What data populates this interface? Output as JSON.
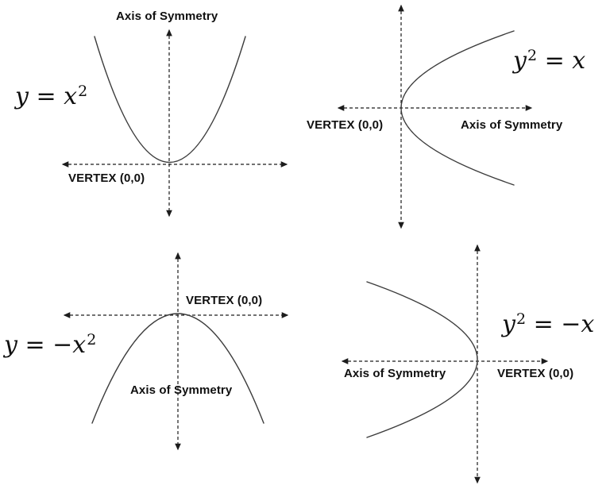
{
  "colors": {
    "axis": "#1c1c1c",
    "curve": "#3c3c3c",
    "text": "#101010",
    "background": "#ffffff"
  },
  "panels": {
    "top_left": {
      "equation": {
        "pre": "y = x",
        "sup": "2",
        "post": ""
      },
      "axis_of_symmetry_label": "Axis of Symmetry",
      "vertex_label": "VERTEX (0,0)",
      "curve": "upward-opening parabola, vertex at origin"
    },
    "top_right": {
      "equation": {
        "pre": "y",
        "sup": "2",
        "post": " = x"
      },
      "axis_of_symmetry_label": "Axis of Symmetry",
      "vertex_label": "VERTEX (0,0)",
      "curve": "rightward-opening parabola, vertex at origin"
    },
    "bottom_left": {
      "equation": {
        "pre": "y = −x",
        "sup": "2",
        "post": ""
      },
      "axis_of_symmetry_label": "Axis of Symmetry",
      "vertex_label": "VERTEX (0,0)",
      "curve": "downward-opening parabola, vertex at origin"
    },
    "bottom_right": {
      "equation": {
        "pre": "y",
        "sup": "2",
        "post": " = −x"
      },
      "axis_of_symmetry_label": "Axis of Symmetry",
      "vertex_label": "VERTEX (0,0)",
      "curve": "leftward-opening parabola, vertex at origin"
    }
  }
}
